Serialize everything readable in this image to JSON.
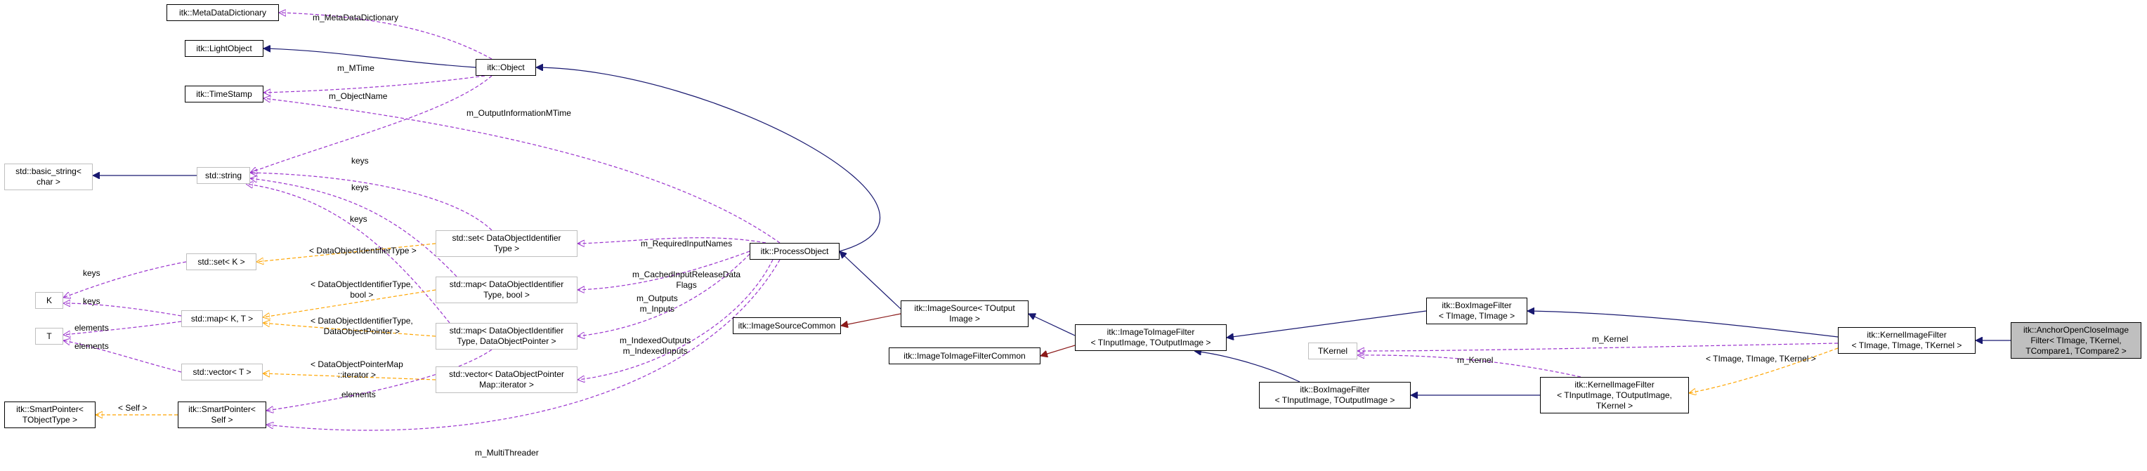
{
  "nodes": [
    {
      "id": "metadatadictionary",
      "label": "itk::MetaDataDictionary"
    },
    {
      "id": "lightobject",
      "label": "itk::LightObject"
    },
    {
      "id": "timestamp",
      "label": "itk::TimeStamp"
    },
    {
      "id": "object",
      "label": "itk::Object"
    },
    {
      "id": "basic_string",
      "label": "std::basic_string<\nchar >"
    },
    {
      "id": "string",
      "label": "std::string"
    },
    {
      "id": "set_k",
      "label": "std::set< K >"
    },
    {
      "id": "k",
      "label": "K"
    },
    {
      "id": "t",
      "label": "T"
    },
    {
      "id": "map_kt",
      "label": "std::map< K, T >"
    },
    {
      "id": "vector_t",
      "label": "std::vector< T >"
    },
    {
      "id": "smartptr_tobject",
      "label": "itk::SmartPointer<\nTObjectType >"
    },
    {
      "id": "smartptr_self",
      "label": "itk::SmartPointer<\nSelf >"
    },
    {
      "id": "set_doid",
      "label": "std::set< DataObjectIdentifier\nType >"
    },
    {
      "id": "map_doid_bool",
      "label": "std::map< DataObjectIdentifier\nType, bool >"
    },
    {
      "id": "map_doid_ptr",
      "label": "std::map< DataObjectIdentifier\nType, DataObjectPointer >"
    },
    {
      "id": "vector_iter",
      "label": "std::vector< DataObjectPointer\nMap::iterator >"
    },
    {
      "id": "processobject",
      "label": "itk::ProcessObject"
    },
    {
      "id": "imagesourcecommon",
      "label": "itk::ImageSourceCommon"
    },
    {
      "id": "imagesource",
      "label": "itk::ImageSource< TOutput\nImage >"
    },
    {
      "id": "imagetoimagefiltercommon",
      "label": "itk::ImageToImageFilterCommon"
    },
    {
      "id": "imagetoimagefilter",
      "label": "itk::ImageToImageFilter\n< TInputImage, TOutputImage >"
    },
    {
      "id": "boxfilter_io",
      "label": "itk::BoxImageFilter\n< TInputImage, TOutputImage >"
    },
    {
      "id": "boxfilter_ti",
      "label": "itk::BoxImageFilter\n< TImage, TImage >"
    },
    {
      "id": "tkernel",
      "label": "TKernel"
    },
    {
      "id": "kernelfilter_iok",
      "label": "itk::KernelImageFilter\n< TInputImage, TOutputImage,\nTKernel >"
    },
    {
      "id": "kernelfilter_tik",
      "label": "itk::KernelImageFilter\n< TImage, TImage, TKernel >"
    },
    {
      "id": "anchor",
      "label": "itk::AnchorOpenCloseImage\nFilter< TImage, TKernel,\nTCompare1, TCompare2 >"
    }
  ],
  "edge_labels": [
    "m_MetaDataDictionary",
    "m_MTime",
    "m_ObjectName",
    "m_OutputInformationMTime",
    "keys",
    "keys",
    "keys",
    "< DataObjectIdentifierType >",
    "keys",
    "keys",
    "elements",
    "elements",
    "< DataObjectIdentifierType,\nbool >",
    "< DataObjectIdentifierType,\nDataObjectPointer >",
    "< DataObjectPointerMap\n::iterator >",
    "elements",
    "< Self >",
    "m_RequiredInputNames",
    "m_CachedInputReleaseData\nFlags",
    "m_Outputs\nm_Inputs",
    "m_IndexedOutputs\nm_IndexedInputs",
    "m_MultiThreader",
    "m_Kernel",
    "m_Kernel",
    "< TImage, TImage, TKernel >"
  ],
  "colors": {
    "inheritance": "#191970",
    "collaboration": "#9a32cd",
    "template": "#ffa500",
    "private": "#8b1a1a",
    "node_border": "#000000",
    "external_border": "#bfbfbf",
    "focus_fill": "#bfbfbf"
  }
}
